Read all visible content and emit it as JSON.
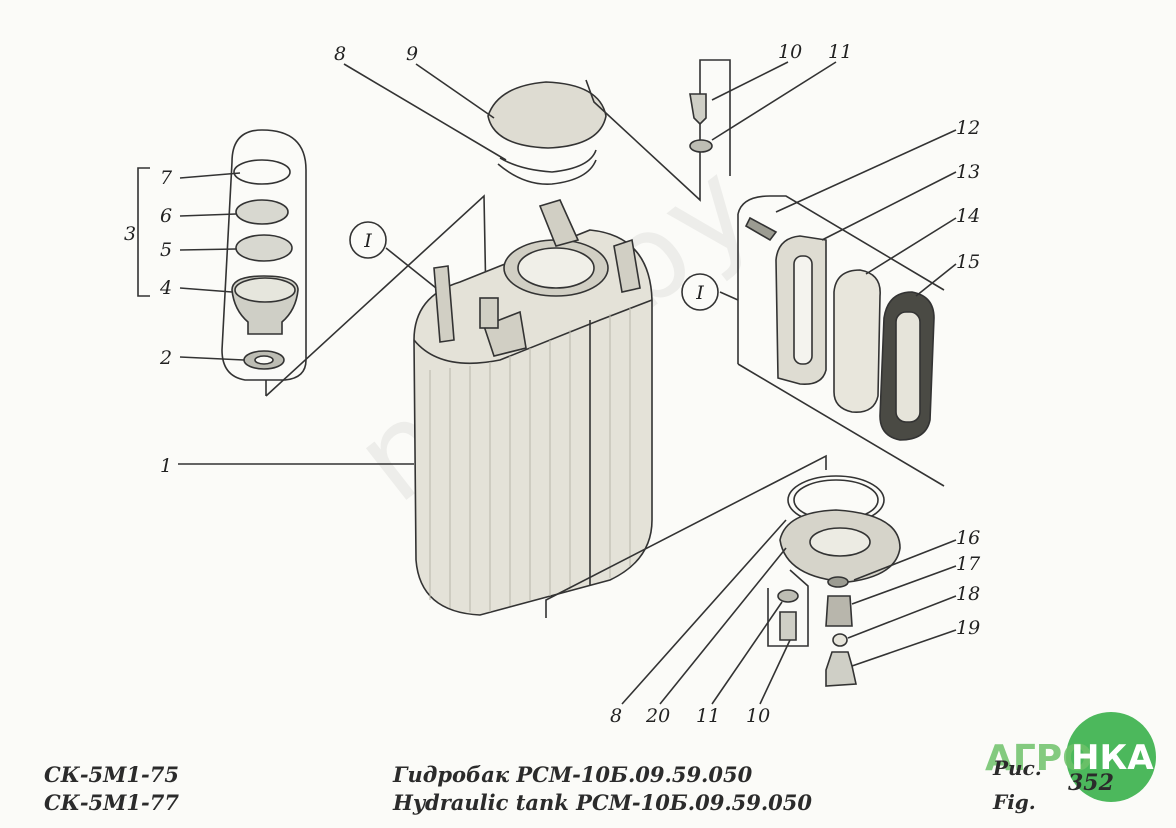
{
  "callouts": {
    "n1": "1",
    "n2": "2",
    "n3": "3",
    "n4": "4",
    "n5": "5",
    "n6": "6",
    "n7": "7",
    "n8_top": "8",
    "n9": "9",
    "n10_top": "10",
    "n11_top": "11",
    "n12": "12",
    "n13": "13",
    "n14": "14",
    "n15": "15",
    "n16": "16",
    "n17": "17",
    "n18": "18",
    "n19": "19",
    "n8_bottom": "8",
    "n20": "20",
    "n11_bottom": "11",
    "n10_bottom": "10",
    "view_left": "I",
    "view_right": "I"
  },
  "footer": {
    "model_1": "СК-5М1-75",
    "model_2": "СК-5М1-77",
    "title_ru": "Гидробак РСМ-10Б.09.59.050",
    "title_en": "Hydraulic tank РСМ-10Б.09.59.050",
    "fig_ru": "Рис.",
    "fig_en": "Fig.",
    "fig_number": "352"
  },
  "watermark": "nika.by",
  "logo": {
    "left": "АГРО",
    "right": "НКА",
    "color": "#38b04a"
  }
}
